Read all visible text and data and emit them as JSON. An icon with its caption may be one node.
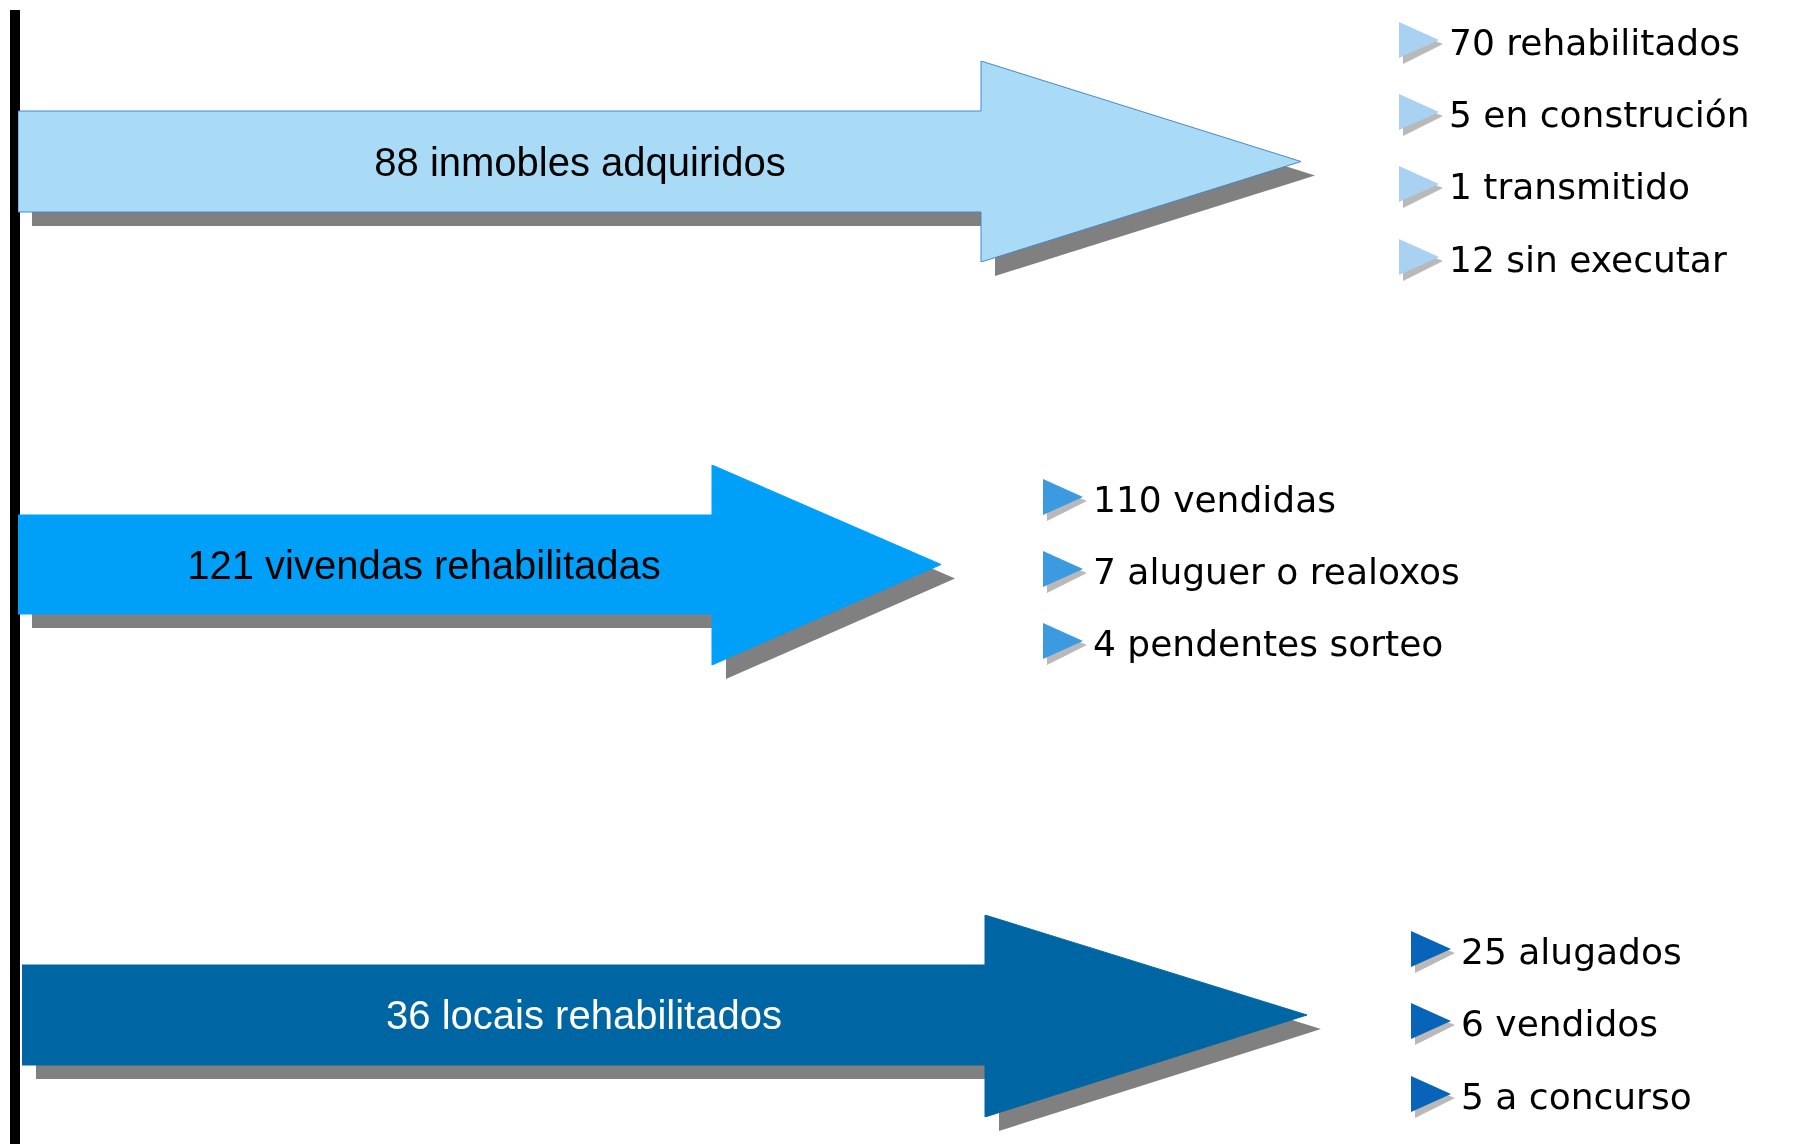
{
  "diagram": {
    "nodes": [
      {
        "text": [
          "88 inmobles adquiridos"
        ],
        "beside": [
          "70 rehabilitados",
          "5 en construción",
          "1 transmitido",
          "12 sin executar"
        ]
      },
      {
        "text": [
          "121 vivendas rehabilitadas"
        ],
        "beside": [
          "110 vendidas",
          "7 aluguer o realoxos",
          "4 pendentes sorteo"
        ]
      },
      {
        "text": [
          "36 locais rehabilitados"
        ],
        "beside": [
          "25 alugados",
          "6 vendidos",
          "5 a concurso"
        ]
      }
    ]
  }
}
